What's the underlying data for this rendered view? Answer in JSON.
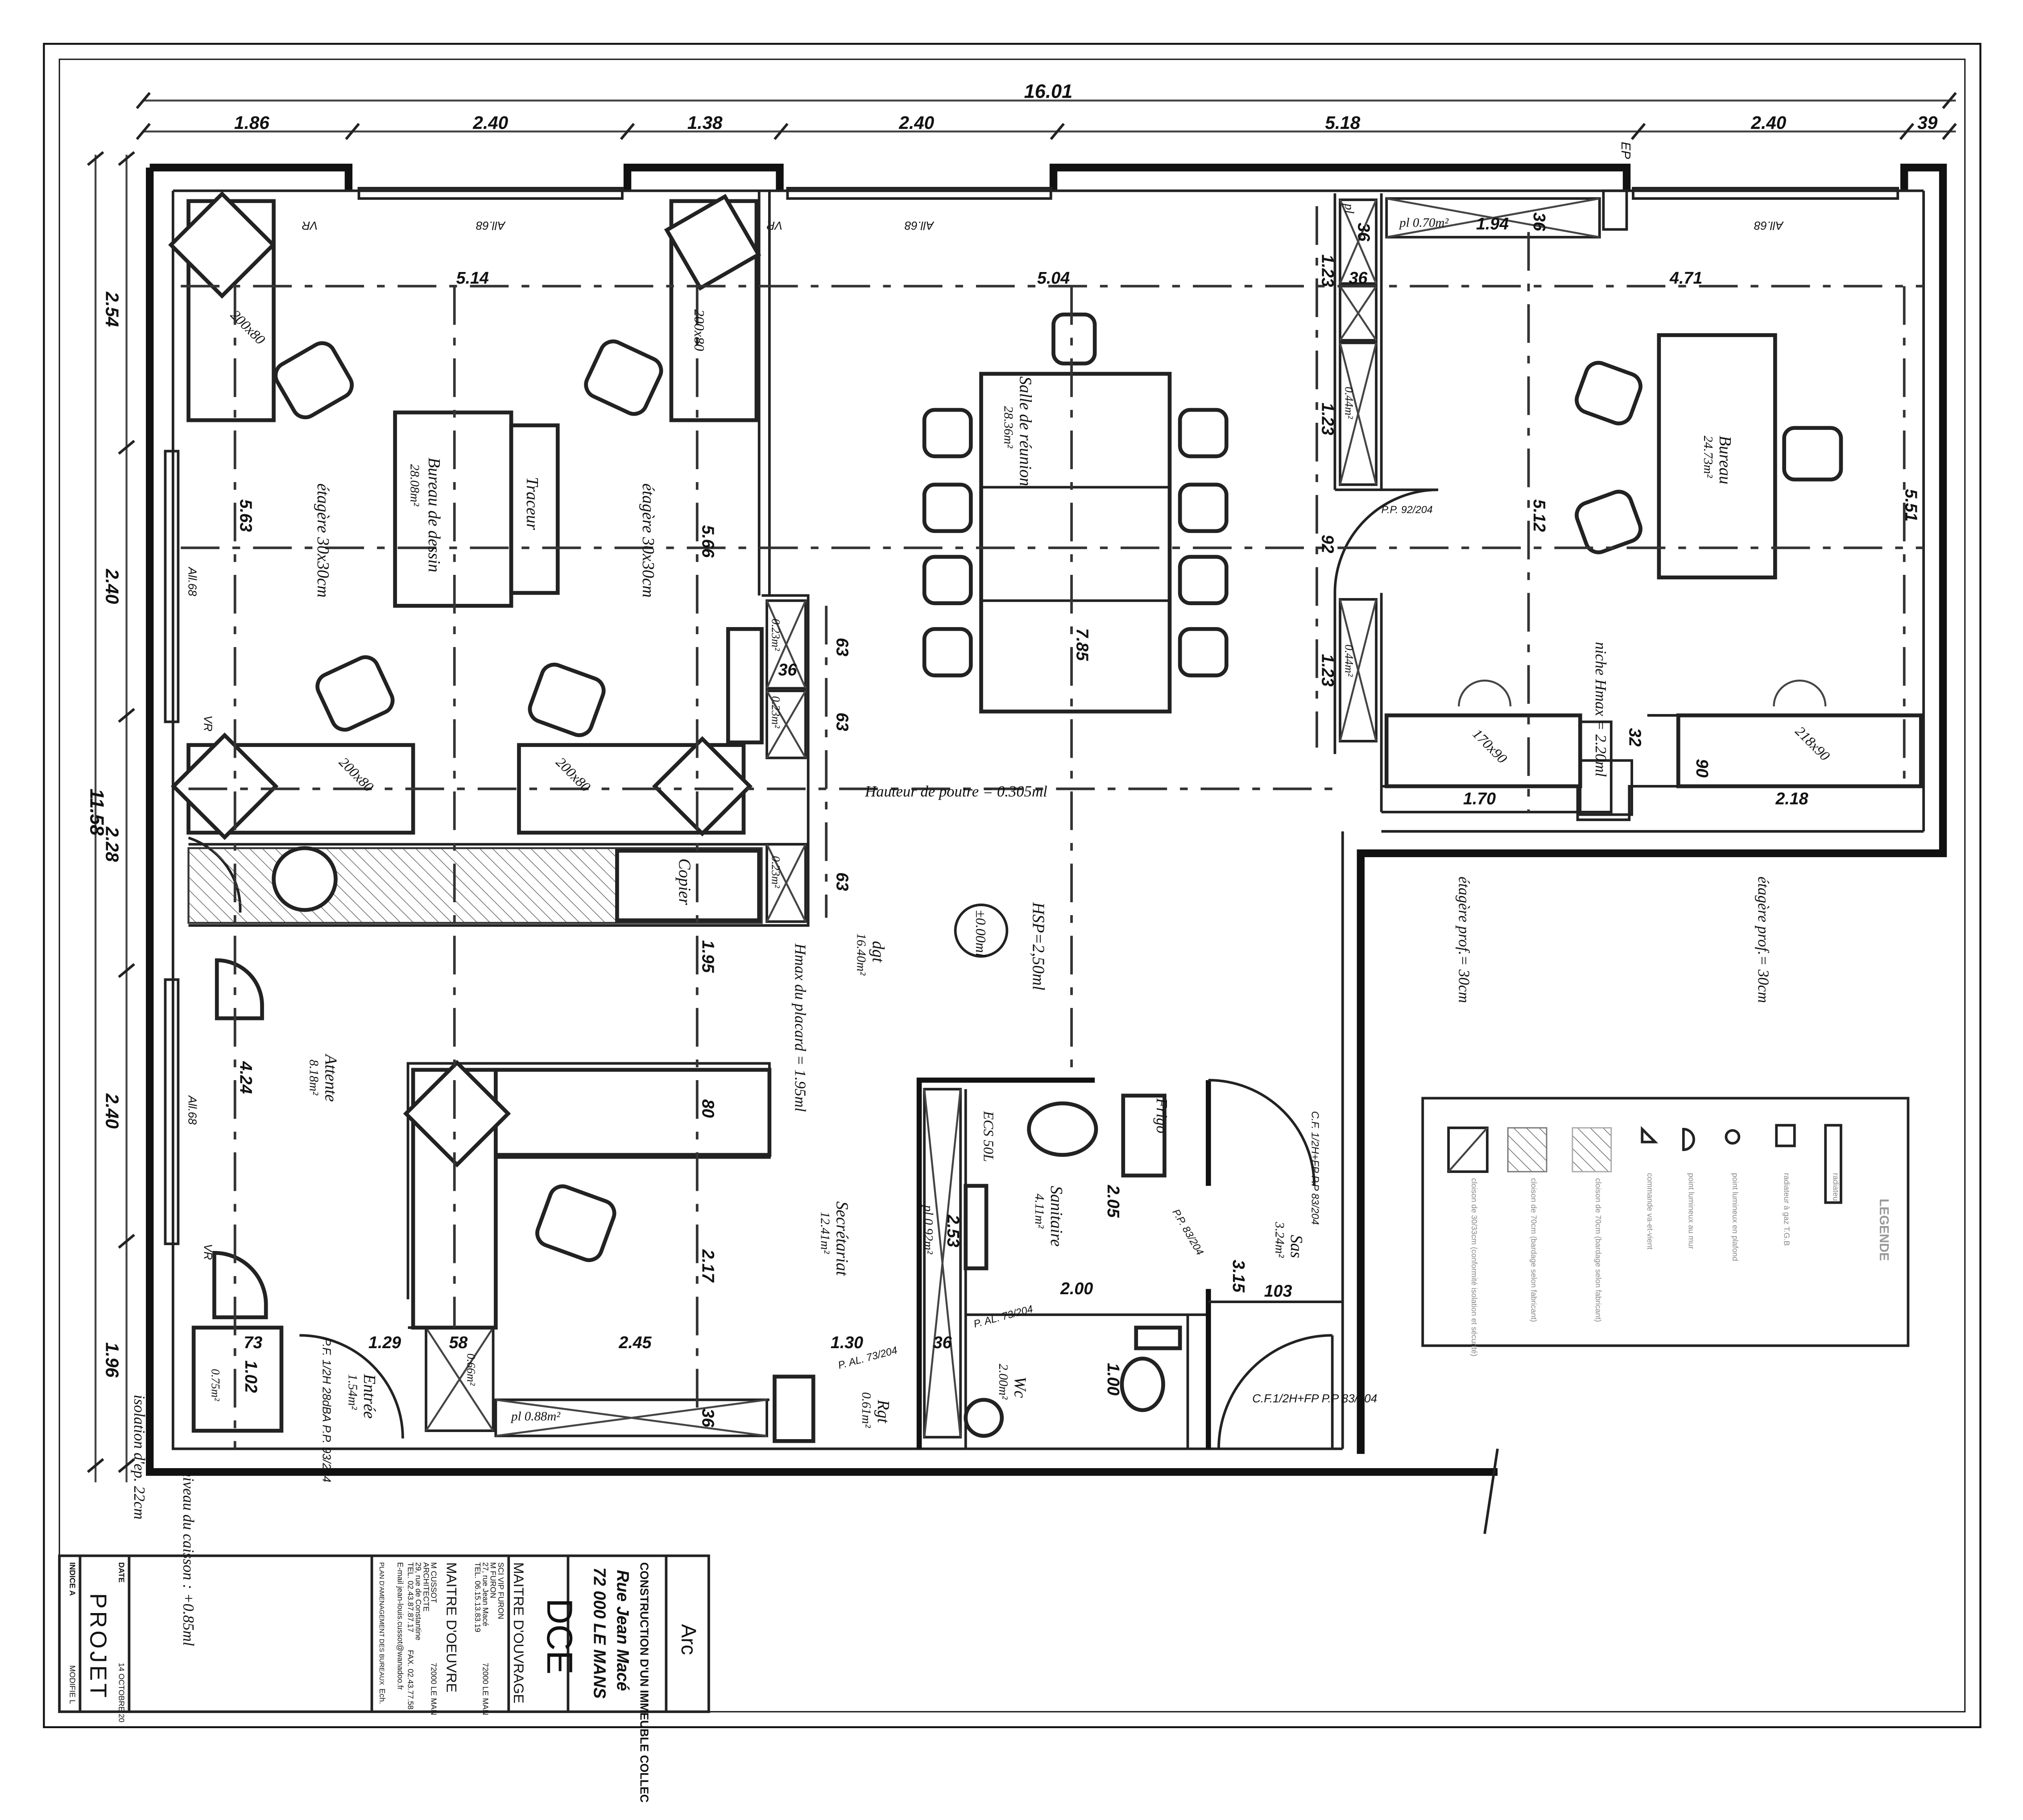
{
  "dimensions": {
    "top_total": "16.01",
    "top_segments": [
      "1.86",
      "2.40",
      "1.38",
      "2.40",
      "5.18",
      "2.40",
      "39"
    ],
    "left_total": "11.58",
    "left_segments": [
      "2.54",
      "2.40",
      "2.28",
      "2.40",
      "1.96"
    ],
    "inner": [
      "5.14",
      "5.04",
      "4.71",
      "5.63",
      "5.66",
      "7.85",
      "5.12",
      "5.51",
      "1.23",
      "1.23",
      "1.23",
      "36",
      "36",
      "92",
      "63",
      "63",
      "63",
      "36",
      "1.94",
      "36",
      "1.70",
      "2.18",
      "32",
      "90",
      "1.95",
      "4.24",
      "2.17",
      "80",
      "2.05",
      "2.53",
      "2.00",
      "1.00",
      "3.15",
      "103",
      "1.29",
      "58",
      "2.45",
      "1.30",
      "36",
      "36",
      "73",
      "1.02"
    ]
  },
  "rooms": [
    {
      "name": "Bureau de dessin",
      "area": "28.08m²"
    },
    {
      "name": "Salle de réunion",
      "area": "28.36m²"
    },
    {
      "name": "Bureau",
      "area": "24.73m²"
    },
    {
      "name": "Attente",
      "area": "8.18m²"
    },
    {
      "name": "Secrétariat",
      "area": "12.41m²"
    },
    {
      "name": "Sanitaire",
      "area": "4.11m²"
    },
    {
      "name": "Wc",
      "area": "2.00m²"
    },
    {
      "name": "Sas",
      "area": "3.24m²"
    },
    {
      "name": "Entrée",
      "area": "1.54m²"
    },
    {
      "name": "Rgt",
      "area": "0.61m²"
    },
    {
      "name": "dgt",
      "area": "16.40m²"
    }
  ],
  "labels": {
    "tracer": "Traceur",
    "shelf_left": "étagère 30x30cm",
    "shelf_mid": "étagère 30x30cm",
    "desk_200x80": "200x80",
    "desk_170x90": "170x90",
    "desk_218x90": "218x90",
    "beam": "Hauteur de poutre = 0.305ml",
    "copier": "Copier",
    "hsp": "HSP=2,50ml",
    "level": "±0.00ml",
    "placard": "Hmax du placard = 1.95ml",
    "niche": "niche Hmax = 2.20ml",
    "shelf_deep_1": "étagère prof.= 30cm",
    "shelf_deep_2": "étagère prof.= 30cm",
    "ecs": "ECS 50L",
    "frigo": "Frigo",
    "vr": "VR",
    "all68": "All.68",
    "ep": "EP",
    "pl": "pl",
    "pl_070": "pl 0.70m²",
    "pl_044": "0.44m²",
    "pl_023": "0.23m²",
    "pl_088": "pl 0.88m²",
    "pl_092": "pl 0.92m²",
    "pl_066": "0.66m²",
    "pl_075": "0.75m²",
    "pp_92": "P.P. 92/204",
    "cf_83": "C.F. 1/2H+FP P.P 83/204",
    "cf_83b": "C.F.1/2H+FP P.P 83/204",
    "pp_83": "P.P. 83/204",
    "pal_73": "P. AL. 73/204",
    "pal_73b": "P. AL. 73/204",
    "pf_entry": "P.F. 1/2H 28dBA P.P. 93/204",
    "isolation": "isolation d'ep. 22cm",
    "caisson": "niveau du caisson : +0.85ml"
  },
  "legend": {
    "title": "LEGENDE",
    "items": [
      "radiateur",
      "radiateur à gaz T.G.B",
      "point lumineux en plafond",
      "point lumineux au mur",
      "commande va-et-vient",
      "cloison de 70cm (bardage selon fabricant)",
      "cloison de 70cm (bardage selon fabricant)",
      "cloison de 30/33cm (conformité isolation et sécurité)"
    ]
  },
  "title_block": {
    "stamp": "Arc",
    "project": "CONSTRUCTION D'UN IMMEUBLE COLLEC",
    "street": "Rue Jean Macé",
    "city": "72 000 LE MANS",
    "phase": "DCE",
    "owner_title": "MAITRE D'OUVRAGE",
    "owner_lines": [
      "SCI VIP FURON",
      "M FURON",
      "27, rue Jean Macé",
      "TEL. 06.15.13.83.19",
      "72000 LE MAN"
    ],
    "architect_title": "MAITRE D'OEUVRE",
    "architect_lines": [
      "M CUSSOT",
      "ARCHITECTE",
      "29, rue de Constantine",
      "TEL. 02.43.87.87.17",
      "FAX. 02.43.77.58",
      "E-mail jean-louis.cussot@wanadoo.fr",
      "72000 LE MAN"
    ],
    "plan_name": "PLAN D'AMENAGEMENT DES BUREAUX",
    "ech": "Ech.",
    "date_label": "DATE",
    "date_value": "14 OCTOBRE 20",
    "indice": "INDICE A",
    "modif": "MODIFIE L",
    "status": "PROJET"
  }
}
